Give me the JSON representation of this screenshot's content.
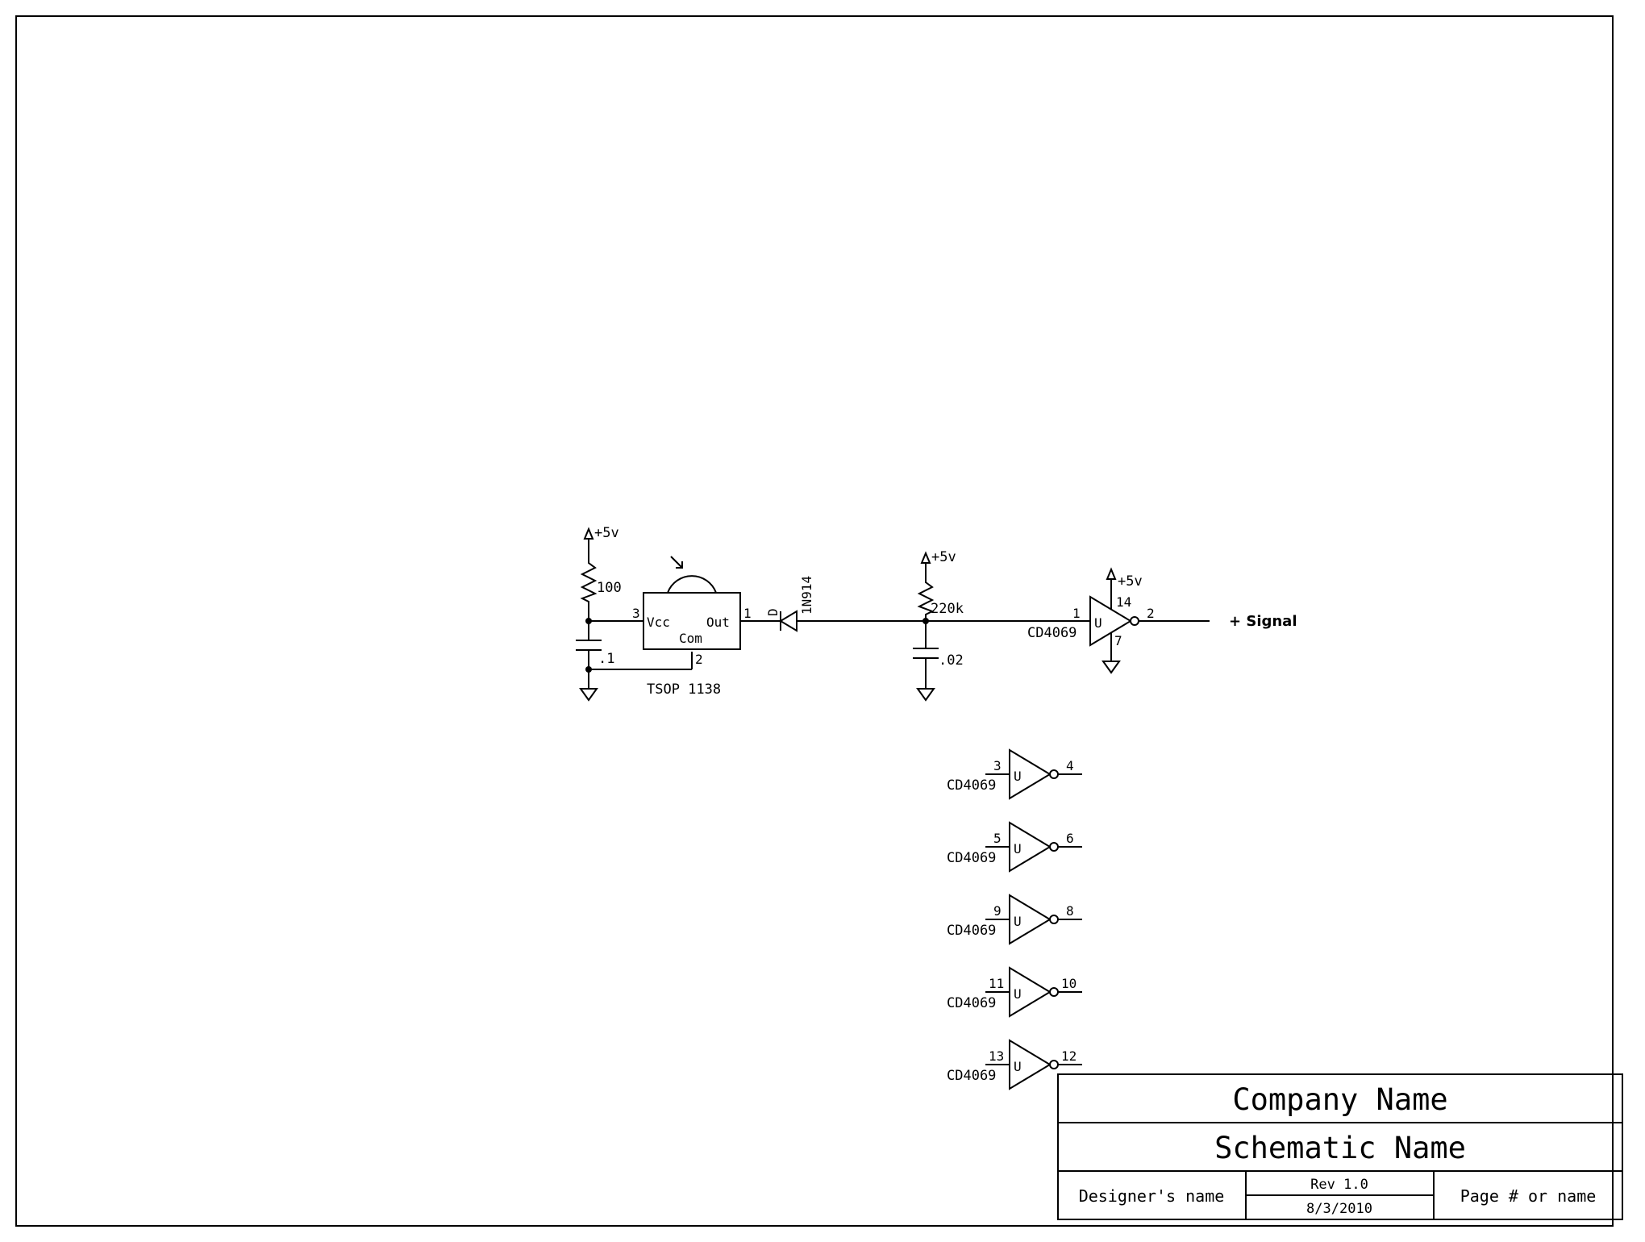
{
  "power_label": "+5v",
  "circuit": {
    "r1": "100",
    "c1": ".1",
    "ir_receiver": {
      "name": "TSOP 1138",
      "vcc": "Vcc",
      "out": "Out",
      "com": "Com",
      "pin_vcc": "3",
      "pin_out": "1",
      "pin_com": "2"
    },
    "diode": {
      "name": "1N914",
      "ref": "D"
    },
    "r2": "220k",
    "c2": ".02",
    "main_inverter": {
      "part": "CD4069",
      "unit": "U",
      "pin_in": "1",
      "pin_out": "2",
      "pin_vdd": "14",
      "pin_gnd": "7"
    },
    "output_label": "+ Signal"
  },
  "spare_inverters": [
    {
      "part": "CD4069",
      "unit": "U",
      "pin_in": "3",
      "pin_out": "4"
    },
    {
      "part": "CD4069",
      "unit": "U",
      "pin_in": "5",
      "pin_out": "6"
    },
    {
      "part": "CD4069",
      "unit": "U",
      "pin_in": "9",
      "pin_out": "8"
    },
    {
      "part": "CD4069",
      "unit": "U",
      "pin_in": "11",
      "pin_out": "10"
    },
    {
      "part": "CD4069",
      "unit": "U",
      "pin_in": "13",
      "pin_out": "12"
    }
  ],
  "title_block": {
    "company": "Company Name",
    "schematic": "Schematic Name",
    "designer": "Designer's name",
    "rev": "Rev 1.0",
    "date": "8/3/2010",
    "page": "Page # or name"
  }
}
